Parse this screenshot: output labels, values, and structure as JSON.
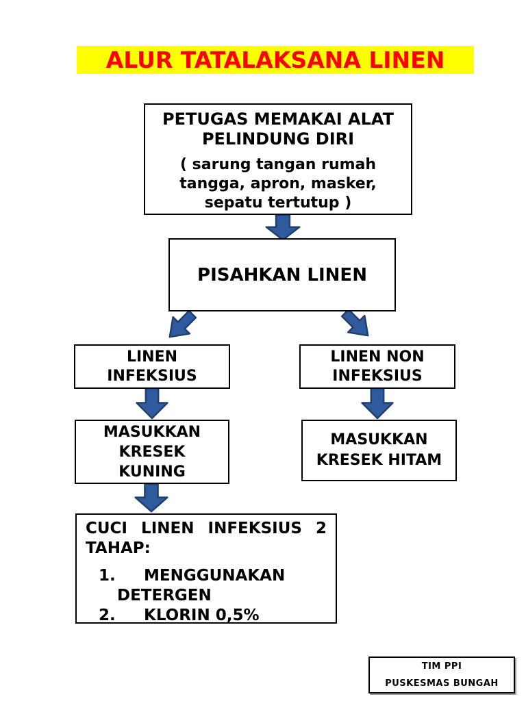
{
  "title": {
    "text": "ALUR TATALAKSANA LINEN"
  },
  "colors": {
    "page_bg": "#ffffff",
    "title_bg": "#ffff00",
    "title_text": "#fe0000",
    "box_border": "#000000",
    "arrow_fill": "#2f5b9e",
    "arrow_stroke": "#203f6e"
  },
  "flow": {
    "apd": {
      "heading": "PETUGAS MEMAKAI ALAT PELINDUNG DIRI",
      "detail": "( sarung tangan rumah tangga, apron, masker, sepatu tertutup )"
    },
    "pisahkan": "PISAHKAN LINEN",
    "linen_infeksius": "LINEN INFEKSIUS",
    "linen_non_infeksius": "LINEN NON INFEKSIUS",
    "kresek_kuning": "MASUKKAN KRESEK KUNING",
    "kresek_hitam": "MASUKKAN KRESEK HITAM",
    "cuci": {
      "heading_line1": "CUCI LINEN INFEKSIUS 2",
      "heading_line2": "TAHAP:",
      "items": [
        {
          "num": "1.",
          "text": "MENGGUNAKAN DETERGEN"
        },
        {
          "num": "2.",
          "text": "KLORIN 0,5%"
        }
      ]
    }
  },
  "footer": {
    "line1": "TIM PPI",
    "line2": "PUSKESMAS BUNGAH"
  }
}
